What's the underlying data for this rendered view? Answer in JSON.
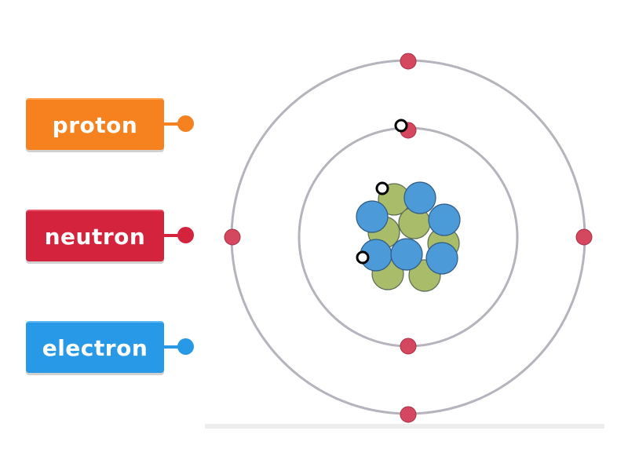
{
  "labels": [
    {
      "id": "proton",
      "text": "proton",
      "color": "#f5821f"
    },
    {
      "id": "neutron",
      "text": "neutron",
      "color": "#d3233d"
    },
    {
      "id": "electron",
      "text": "electron",
      "color": "#2899e6"
    }
  ],
  "colors": {
    "orbit": "#b5b3bb",
    "electron_particle": "#d5475f",
    "proton_particle": "#4d9ad8",
    "neutron_particle": "#a8bc6a",
    "particle_outline": "#5b6b56",
    "drop_target_fill": "#ffffff",
    "drop_target_stroke": "#000000"
  }
}
